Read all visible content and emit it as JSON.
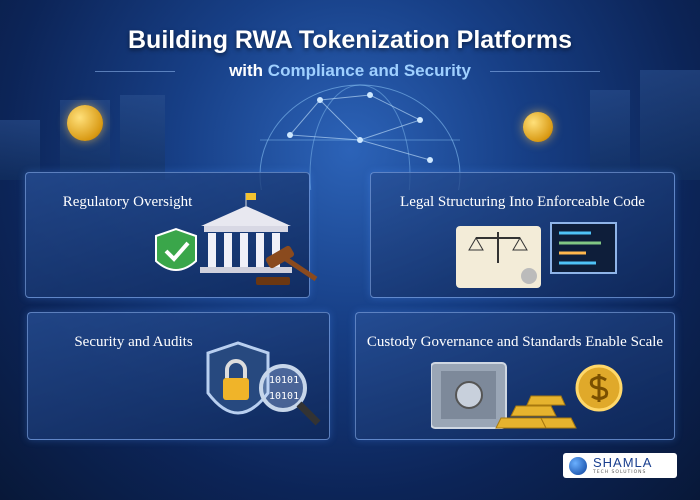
{
  "header": {
    "title": "Building RWA Tokenization Platforms",
    "subtitle_prefix": "with",
    "subtitle_highlight": "Compliance and Security"
  },
  "cards": [
    {
      "label": "Regulatory Oversight",
      "icons": [
        "shield-check-icon",
        "courthouse-icon",
        "gavel-icon"
      ]
    },
    {
      "label": "Legal Structuring Into Enforceable Code",
      "icons": [
        "scales-document-icon",
        "code-monitor-icon"
      ]
    },
    {
      "label": "Security and Audits",
      "icons": [
        "padlock-shield-icon",
        "binary-magnifier-icon"
      ]
    },
    {
      "label": "Custody Governance and Standards Enable Scale",
      "icons": [
        "vault-safe-icon",
        "gold-bars-icon",
        "coin-icon"
      ]
    }
  ],
  "binary_text": "10101",
  "logo": {
    "name": "SHAMLA",
    "tagline": "TECH SOLUTIONS"
  },
  "colors": {
    "background": "#173f86",
    "accent": "#9fd0ff",
    "gold": "#e0a92a"
  }
}
